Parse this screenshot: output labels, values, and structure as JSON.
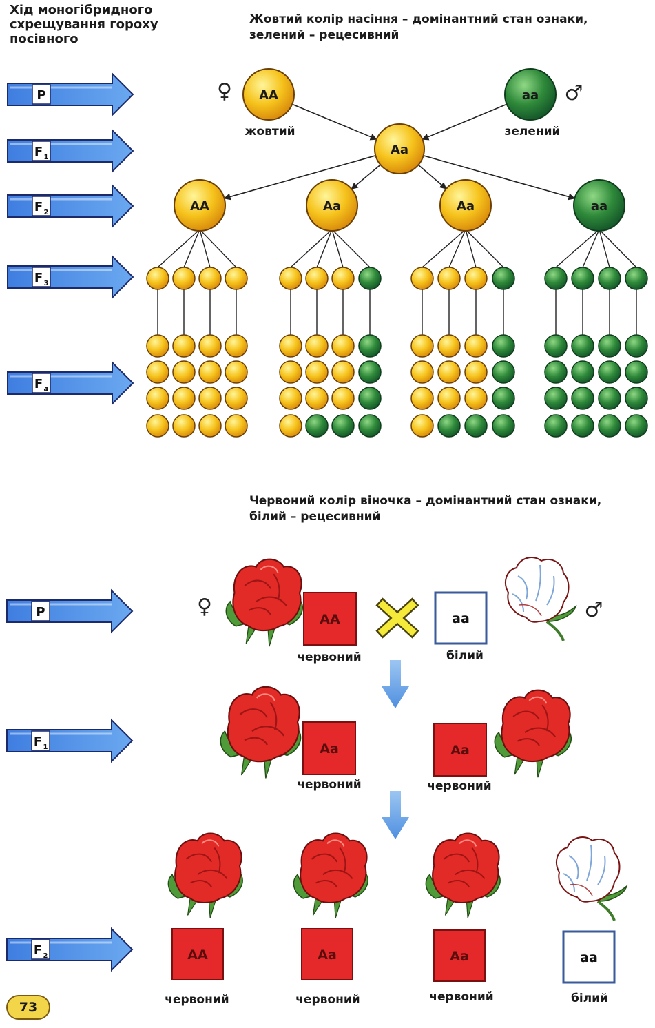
{
  "title_lines": [
    "Хід моногібридного",
    "схрещування гороху",
    "посівного"
  ],
  "pea": {
    "caption_lines": [
      "Жовтий колір насіння – домінантний стан ознаки,",
      "зелений – рецесивний"
    ],
    "generations": [
      {
        "sym": "P",
        "sub": ""
      },
      {
        "sym": "F",
        "sub": "1"
      },
      {
        "sym": "F",
        "sub": "2"
      },
      {
        "sym": "F",
        "sub": "3"
      },
      {
        "sym": "F",
        "sub": "4"
      }
    ],
    "female_symbol": "♀",
    "male_symbol": "♂",
    "parent_female": {
      "genotype": "AA",
      "label": "жовтий"
    },
    "parent_male": {
      "genotype": "aa",
      "label": "зелений"
    },
    "f1": {
      "genotype": "Aa"
    },
    "f2": [
      "AA",
      "Aa",
      "Aa",
      "aa"
    ],
    "f3_rows": [
      [
        "Y",
        "Y",
        "Y",
        "Y"
      ],
      [
        "Y",
        "Y",
        "Y",
        "G"
      ],
      [
        "Y",
        "Y",
        "Y",
        "G"
      ],
      [
        "G",
        "G",
        "G",
        "G"
      ]
    ],
    "f4_grids": [
      [
        "YYYY",
        "YYYY",
        "YYYY",
        "YYYY"
      ],
      [
        "YYYG",
        "YYYG",
        "YYYG",
        "YGGG"
      ],
      [
        "YYYG",
        "YYYG",
        "YYYG",
        "YGGG"
      ],
      [
        "GGGG",
        "GGGG",
        "GGGG",
        "GGGG"
      ]
    ],
    "colors": {
      "yellow": "#f2c21b",
      "yellow_light": "#ffe66a",
      "green": "#2f8a3a",
      "green_light": "#6fc56e"
    }
  },
  "flower": {
    "caption_lines": [
      "Червоний колір віночка – домінантний стан ознаки,",
      "білий – рецесивний"
    ],
    "generations": [
      {
        "sym": "P",
        "sub": ""
      },
      {
        "sym": "F",
        "sub": "1"
      },
      {
        "sym": "F",
        "sub": "2"
      }
    ],
    "female_symbol": "♀",
    "male_symbol": "♂",
    "p": [
      {
        "genotype": "AA",
        "label": "червоний"
      },
      {
        "genotype": "aa",
        "label": "білий"
      }
    ],
    "f1": [
      {
        "genotype": "Aa",
        "label": "червоний"
      },
      {
        "genotype": "Aa",
        "label": "червоний"
      }
    ],
    "f2": [
      {
        "genotype": "AA",
        "label": "червоний"
      },
      {
        "genotype": "Aa",
        "label": "червоний"
      },
      {
        "genotype": "Aa",
        "label": "червоний"
      },
      {
        "genotype": "aa",
        "label": "білий"
      }
    ],
    "colors": {
      "red": "#e5292a",
      "white": "#ffffff",
      "arrow": "#6aa6e6"
    }
  },
  "page_number": "73"
}
